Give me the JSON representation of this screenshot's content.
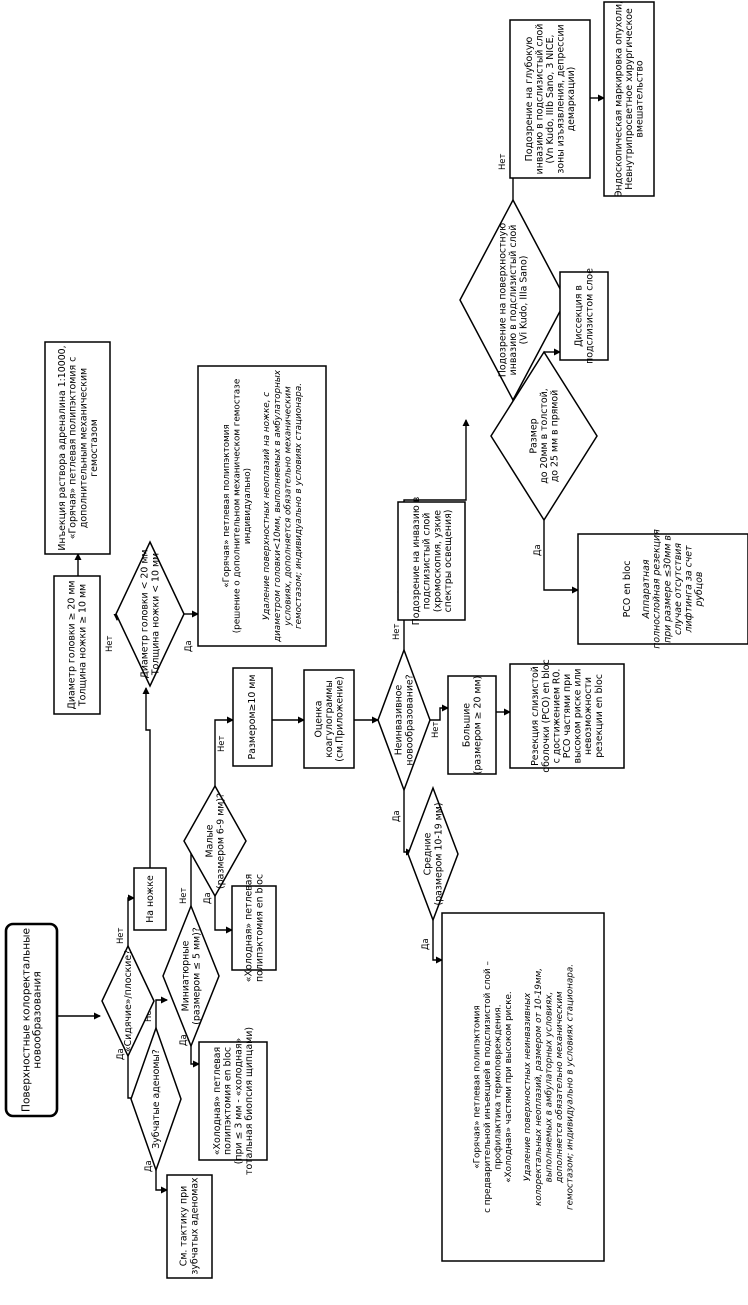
{
  "nodes": {
    "root": {
      "lines": [
        "Поверхностные колоректальные",
        "новообразования"
      ]
    },
    "q_sessile": {
      "lines": [
        "«Сидячие»/плоские?"
      ]
    },
    "q_serrated": {
      "lines": [
        "Зубчатые аденомы?"
      ]
    },
    "serrated_tactic": {
      "lines": [
        "См. тактику при",
        "зубчатых аденомах"
      ]
    },
    "q_miniature": {
      "lines": [
        "Миниатюрные",
        "(размером ≤ 5 мм)?"
      ]
    },
    "cold_ebloc_biopsy": {
      "lines": [
        "«Холодная» петлевая",
        "полипэктомия en bloc",
        "(при ≤ 3 мм - «холодная»",
        "тотальная биопсия щипцами)"
      ]
    },
    "q_small": {
      "lines": [
        "Малые",
        "(размером 6-9 мм)?"
      ]
    },
    "cold_ebloc": {
      "lines": [
        "«Холодная» петлевая",
        "полипэктомия en bloc"
      ]
    },
    "size_10": {
      "lines": [
        "Размером≥10 мм"
      ]
    },
    "coag": {
      "lines": [
        "Оценка",
        "коагулограммы",
        "(см.Приложение)"
      ]
    },
    "q_noninvasive": {
      "lines": [
        "Неинвазивное",
        "новообразование?"
      ]
    },
    "q_medium": {
      "lines": [
        "Средние",
        "(размером 10-19 мм)"
      ]
    },
    "hot_injection": {
      "lines": [
        "«Горячая» петлевая полипэктомия",
        "с предварительной инъекцией в подслизистой слой –",
        "профилактика термоповреждения.",
        "«Холодная» частями при высоком риске."
      ],
      "italic": [
        "Удаление поверхностных неинвазивных",
        "колоректальных неоплазий, размером от 10-19мм,",
        "выполняемых в амбулаторных условиях,",
        "дополняется обязательно механическим",
        "гемостазом; индивидуально в условиях стационара."
      ]
    },
    "large": {
      "lines": [
        "Большие",
        "(размером ≥ 20 мм)"
      ]
    },
    "emr": {
      "lines": [
        "Резекция слизистой",
        "оболочки (РСО) en bloc",
        "с достижением R0.",
        "РСО частями при",
        "высоком риске или",
        "невозможности",
        "резекции en bloc"
      ]
    },
    "pedunculated": {
      "lines": [
        "На ножке"
      ]
    },
    "q_head": {
      "lines": [
        "Диаметр головки < 20 мм",
        "Толщина ножки < 10 мм"
      ]
    },
    "head_large": {
      "lines": [
        "Диаметр головки ≥ 20 мм",
        "Толщина ножки ≥ 10 мм"
      ]
    },
    "adrenaline": {
      "lines": [
        "Инъекция раствора адреналина 1:10000,",
        "«Горячая» петлевая полипэктомия с",
        "дополнительным механическим",
        "гемостазом"
      ]
    },
    "hot_polyp": {
      "lines": [
        "«Горячая» петлевая полипэктомия",
        "(решение о дополнительном механическом гемостазе",
        "индивидуально)"
      ],
      "italic": [
        "Удаление поверхностных неоплазий на ножке, с",
        "диаметром головки<10мм, выполняемых в амбулаторных",
        "условиях, дополняется обязательно механическим",
        "гемостазом; индивидуально в условиях стационара."
      ]
    },
    "suspect_invasion": {
      "lines": [
        "Подозрение на инвазию в",
        "подслизистый слой",
        "(хромоскопия, узкие",
        "спектры освещения)"
      ]
    },
    "q_superficial": {
      "lines": [
        "Подозрение на поверхностную",
        "инвазию в подслизистый слой",
        "(Vi Kudo, IIIa Sano)"
      ]
    },
    "q_size_rectum": {
      "lines": [
        "Размер",
        "до 20мм в толстой,",
        "до 25 мм в прямой"
      ]
    },
    "dissection": {
      "lines": [
        "Диссекция в",
        "подслизистом слое"
      ]
    },
    "rco_ebloc": {
      "lines": [
        "РСО en bloc"
      ],
      "italic": [
        "Аппаратная",
        "полнослойная резекция",
        "при размере ≤30мм в",
        "случае отсутствия",
        "лифтинга за счет",
        "рубцов"
      ]
    },
    "deep_invasion": {
      "lines": [
        "Подозрение на глубокую",
        "инвазию в подслизистый слой",
        "(Vn Kudo, IIIb Sano, 3 NICE,",
        "зоны изъязвления, депрессии",
        "демаркации)"
      ]
    },
    "marking": {
      "lines": [
        "Эндоскопическая маркировка опухоли,",
        "Невнутрипросветное хирургическое",
        "вмешательство"
      ]
    }
  },
  "edge_labels": {
    "yes": "Да",
    "no": "Нет"
  }
}
